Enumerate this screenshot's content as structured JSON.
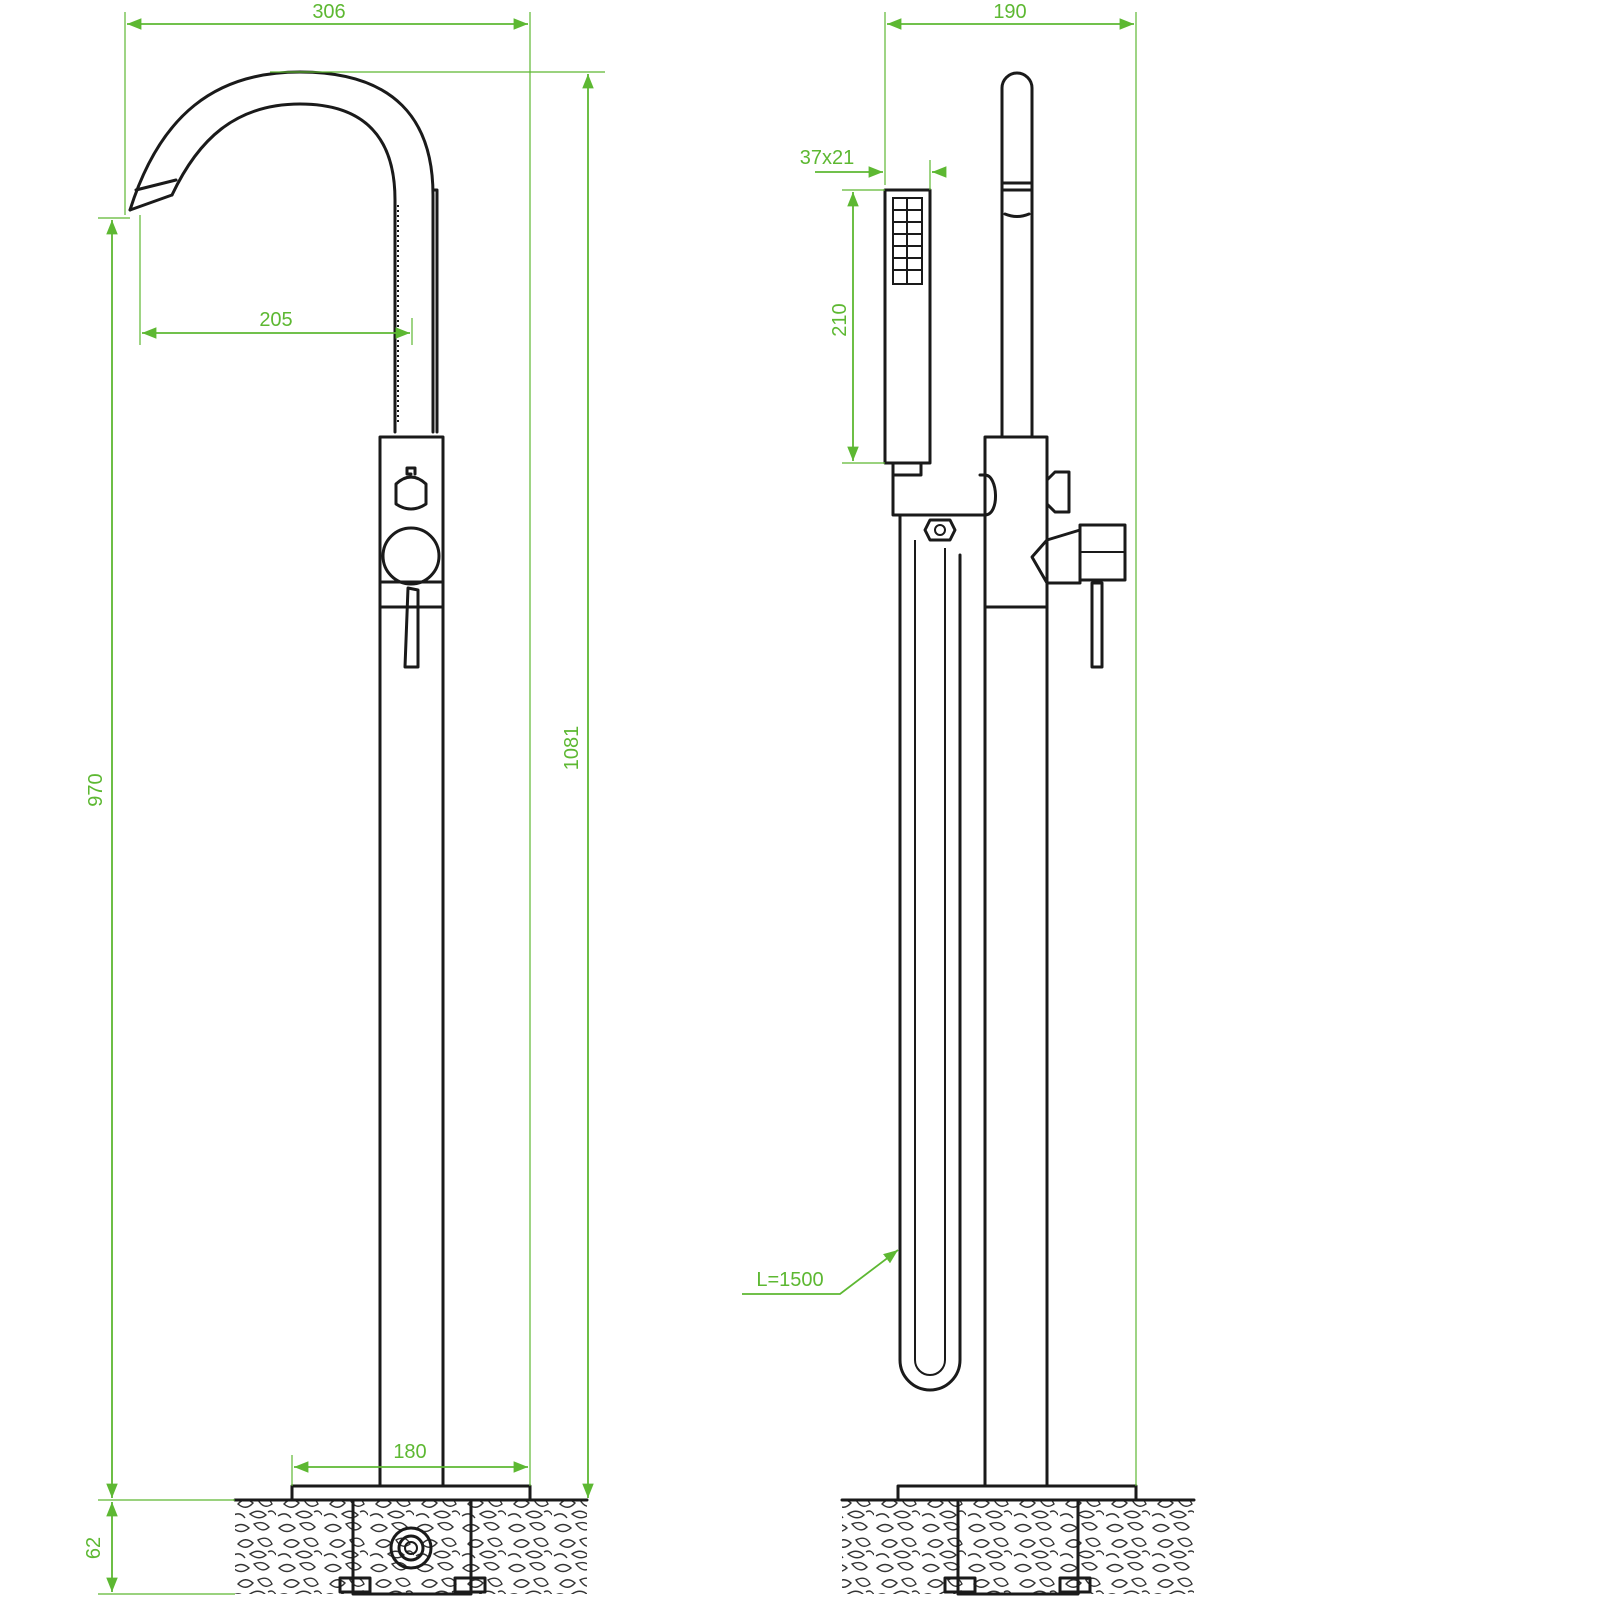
{
  "colors": {
    "dimension": "#5db832",
    "outline": "#1a1a1a",
    "background": "#ffffff"
  },
  "front_view": {
    "overall_width": "306",
    "spout_reach": "205",
    "overall_height": "1081",
    "spout_height": "970",
    "base_width": "180",
    "installation_depth": "62"
  },
  "side_view": {
    "overall_depth": "190",
    "hand_shower_section": "37x21",
    "hand_shower_length": "210",
    "hose_length": "L=1500"
  },
  "icons": [
    "floor-masonry-icon",
    "drain-fitting-icon"
  ]
}
